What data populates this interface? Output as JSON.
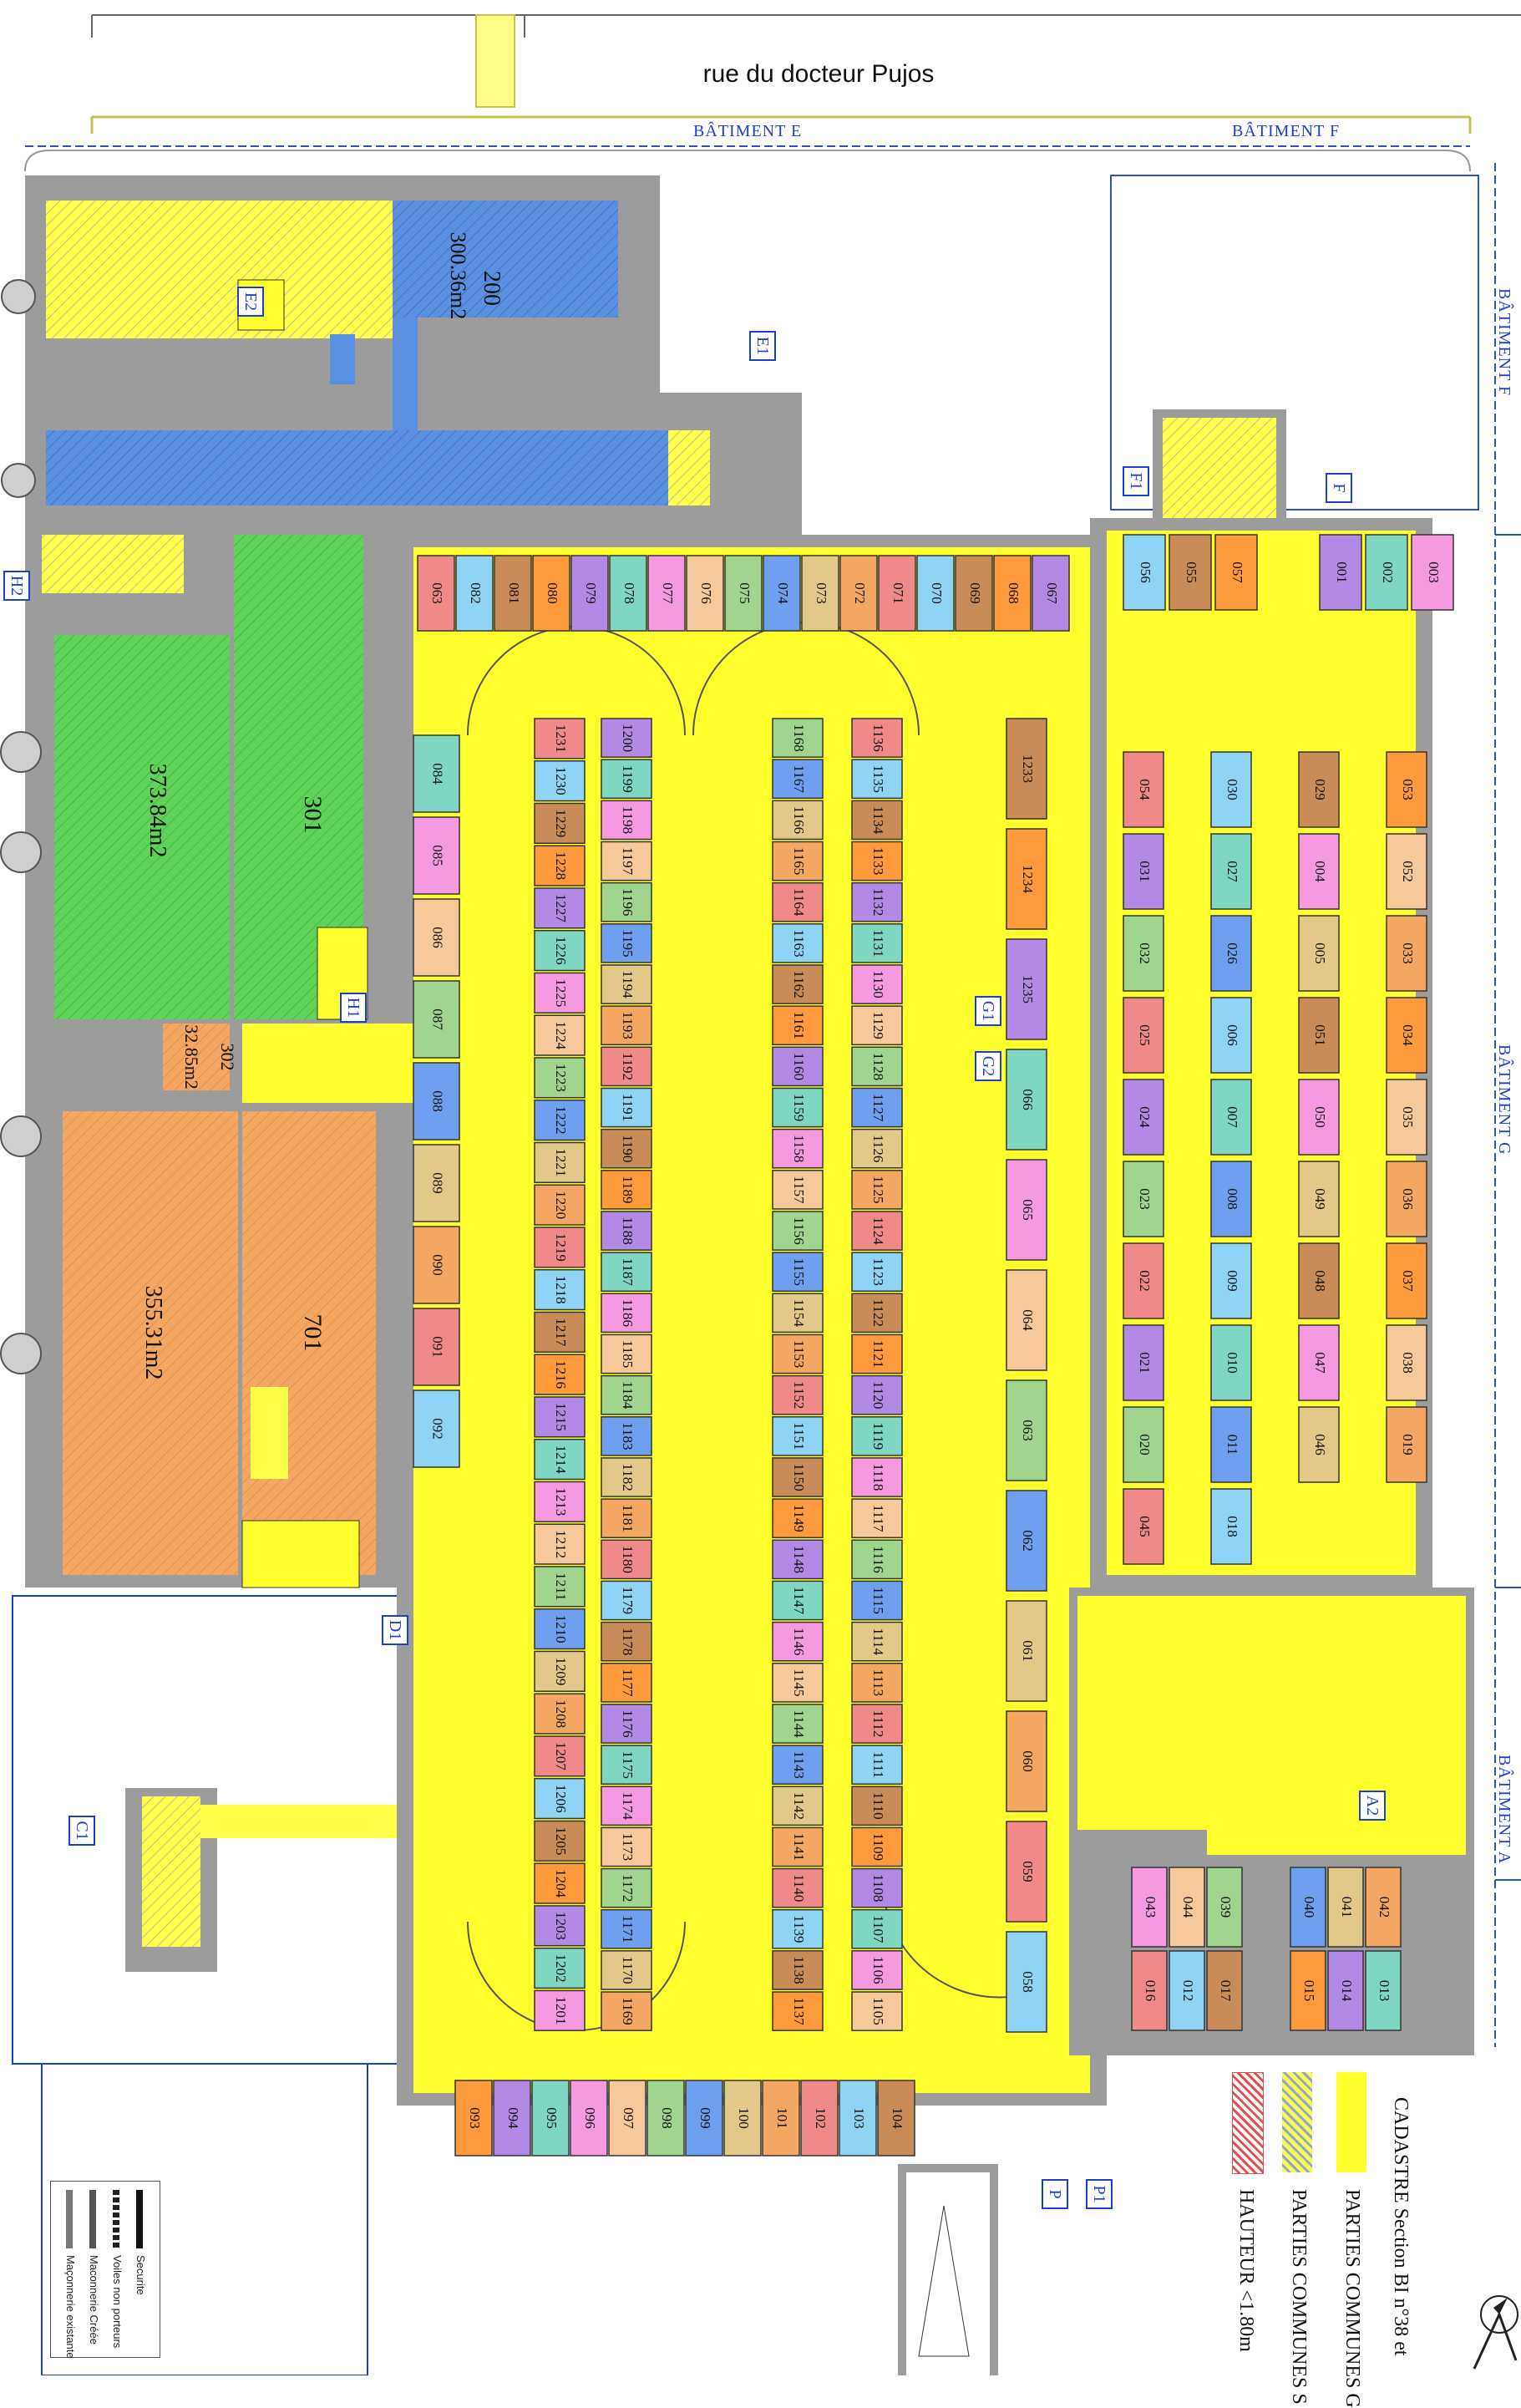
{
  "street_name": "rue du docteur Pujos",
  "batiments": {
    "e": "BÂTIMENT E",
    "f_top": "BÂTIMENT F",
    "f_side": "BÂTIMENT F",
    "g": "BÂTIMENT G",
    "a": "BÂTIMENT A"
  },
  "access_tags": [
    "E2",
    "E1",
    "F1",
    "F",
    "H2",
    "H1",
    "G1",
    "G2",
    "D1",
    "C1",
    "A2",
    "P",
    "P1"
  ],
  "zones": {
    "z200": {
      "number": "200",
      "area": "300.36m2"
    },
    "z301": {
      "number": "301",
      "area": "373.84m2"
    },
    "z302": {
      "number": "302",
      "area": "32.85m2"
    },
    "z701": {
      "number": "701",
      "area": "355.31m2"
    }
  },
  "colors": {
    "common_general": "#ffff2e",
    "blue_zone": "#5b8fe0",
    "green_zone": "#5fd35a",
    "orange_zone": "#f4a762",
    "wall": "#8f8f8f",
    "outline": "#1f3fd0"
  },
  "parking_top_row": [
    "063",
    "082",
    "081",
    "080",
    "079",
    "078",
    "077",
    "076",
    "075",
    "074",
    "073",
    "072",
    "071",
    "070",
    "069",
    "068",
    "067"
  ],
  "parking_bottom_row": [
    "093",
    "094",
    "095",
    "096",
    "097",
    "098",
    "099",
    "100",
    "101",
    "102",
    "103",
    "104"
  ],
  "parking_left_col": [
    "084",
    "085",
    "086",
    "087",
    "088",
    "089",
    "090",
    "091",
    "092"
  ],
  "parking_col_a": [
    "1231",
    "1230",
    "1229",
    "1228",
    "1227",
    "1226",
    "1225",
    "1224",
    "1223",
    "1222",
    "1221",
    "1220",
    "1219",
    "1218",
    "1217",
    "1216",
    "1215",
    "1214",
    "1213",
    "1212",
    "1211",
    "1210",
    "1209",
    "1208",
    "1207",
    "1206",
    "1205",
    "1204",
    "1203",
    "1202",
    "1201"
  ],
  "parking_col_b": [
    "1200",
    "1199",
    "1198",
    "1197",
    "1196",
    "1195",
    "1194",
    "1193",
    "1192",
    "1191",
    "1190",
    "1189",
    "1188",
    "1187",
    "1186",
    "1185",
    "1184",
    "1183",
    "1182",
    "1181",
    "1180",
    "1179",
    "1178",
    "1177",
    "1176",
    "1175",
    "1174",
    "1173",
    "1172",
    "1171",
    "1170",
    "1169"
  ],
  "parking_col_c": [
    "1168",
    "1167",
    "1166",
    "1165",
    "1164",
    "1163",
    "1162",
    "1161",
    "1160",
    "1159",
    "1158",
    "1157",
    "1156",
    "1155",
    "1154",
    "1153",
    "1152",
    "1151",
    "1150",
    "1149",
    "1148",
    "1147",
    "1146",
    "1145",
    "1144",
    "1143",
    "1142",
    "1141",
    "1140",
    "1139",
    "1138",
    "1137"
  ],
  "parking_col_d": [
    "1136",
    "1135",
    "1134",
    "1133",
    "1132",
    "1131",
    "1130",
    "1129",
    "1128",
    "1127",
    "1126",
    "1125",
    "1124",
    "1123",
    "1122",
    "1121",
    "1120",
    "1119",
    "1118",
    "1117",
    "1116",
    "1115",
    "1114",
    "1113",
    "1112",
    "1111",
    "1110",
    "1109",
    "1108",
    "1107",
    "1106",
    "1105"
  ],
  "parking_right_col": [
    "1233",
    "1234",
    "1235",
    "066",
    "065",
    "064",
    "063",
    "062",
    "061",
    "060",
    "059",
    "058"
  ],
  "parking_g_top": [
    "056",
    "055",
    "057",
    "001",
    "002",
    "003"
  ],
  "parking_g_cells": [
    "054",
    "030",
    "029",
    "053",
    "031",
    "027",
    "004",
    "052",
    "032",
    "026",
    "005",
    "033",
    "025",
    "006",
    "051",
    "034",
    "024",
    "007",
    "050",
    "035",
    "023",
    "008",
    "049",
    "036",
    "022",
    "009",
    "048",
    "037",
    "021",
    "010",
    "047",
    "038",
    "020",
    "011",
    "046",
    "019",
    "045",
    "018"
  ],
  "parking_a_cells": [
    "043",
    "044",
    "039",
    "040",
    "041",
    "042",
    "016",
    "012",
    "017",
    "015",
    "014",
    "013"
  ],
  "legend": {
    "cadastre": "CADASTRE Section BI n°38 et",
    "common_general": "PARTIES COMMUNES G",
    "common_special": "PARTIES COMMUNES S",
    "height": "HAUTEUR <1.80m"
  },
  "small_legend": [
    "Securite",
    "Voiles non porteurs",
    "Maconnerie Créée",
    "Maçonnerie existante"
  ]
}
